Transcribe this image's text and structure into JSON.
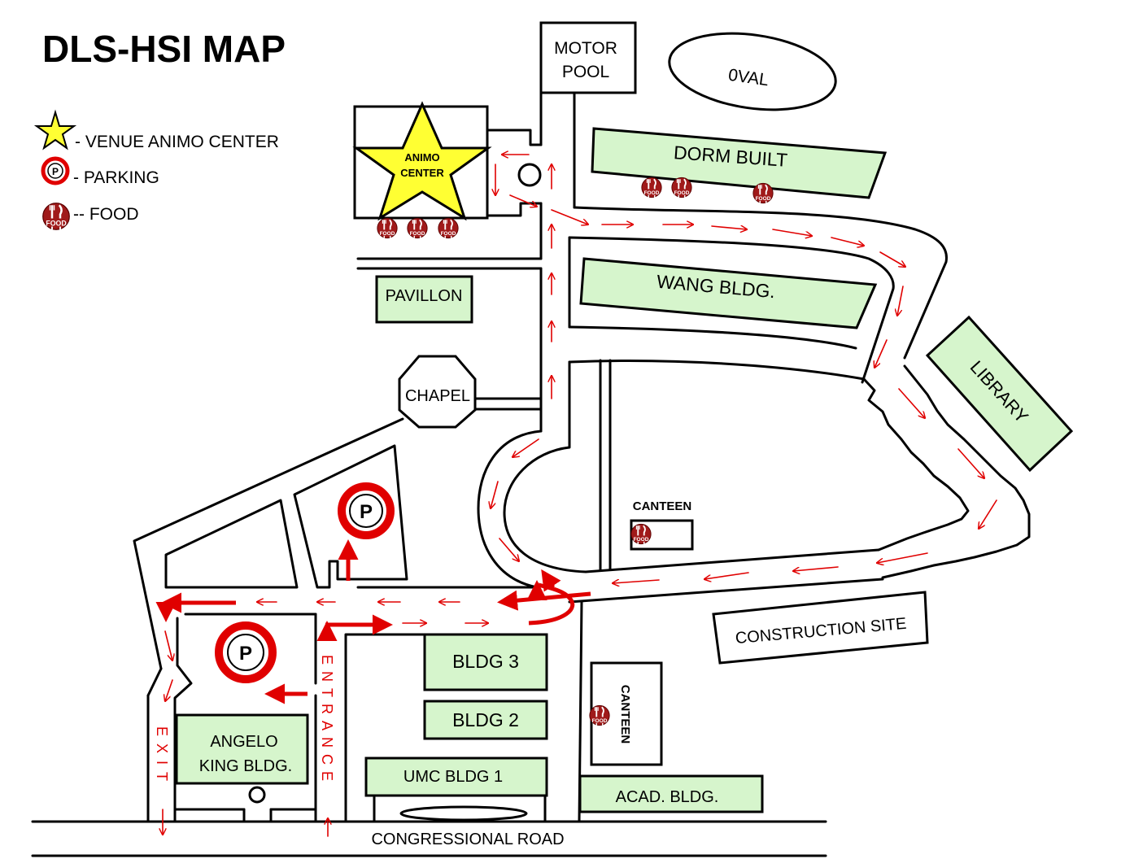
{
  "title": "DLS-HSI MAP",
  "legend": {
    "venue": "- VENUE ANIMO CENTER",
    "parking": "- PARKING",
    "food": "-- FOOD",
    "parking_letter": "P",
    "food_word": "FOOD"
  },
  "places": {
    "motor_pool_1": "MOTOR",
    "motor_pool_2": "POOL",
    "oval": "0VAL",
    "animo_center_1": "ANIMO",
    "animo_center_2": "CENTER",
    "dorm_built": "DORM BUILT",
    "pavillon": "PAVILLON",
    "wang_bldg": "WANG BLDG.",
    "library": "LIBRARY",
    "chapel": "CHAPEL",
    "canteen_center": "CANTEEN",
    "canteen_right": "CANTEEN",
    "construction_site": "CONSTRUCTION SITE",
    "bldg3": "BLDG 3",
    "bldg2": "BLDG 2",
    "umc_bldg1": "UMC BLDG 1",
    "acad_bldg": "ACAD. BLDG.",
    "angelo_king_1": "ANGELO",
    "angelo_king_2": "KING BLDG.",
    "entrance": "ENTRANCE",
    "exit": "EXIT",
    "congressional_road": "CONGRESSIONAL ROAD"
  },
  "colors": {
    "building_fill": "#d6f5cc",
    "venue_star": "#ffff33",
    "route_arrow": "#e00000",
    "parking_ring": "#e00000",
    "food_badge": "#a01a1a"
  }
}
